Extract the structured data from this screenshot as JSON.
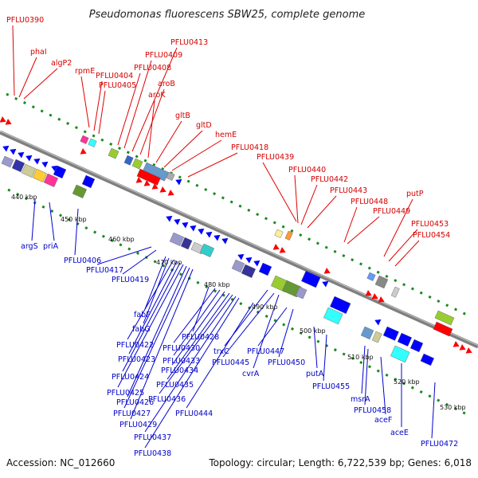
{
  "title": "Pseudomonas fluorescens SBW25, complete genome",
  "footer": {
    "accession": "Accession: NC_012660",
    "topology": "Topology: circular; Length: 6,722,539 bp; Genes: 6,018"
  },
  "ticks": [
    "440 kbp",
    "450 kbp",
    "460 kbp",
    "470 kbp",
    "480 kbp",
    "490 kbp",
    "500 kbp",
    "510 kbp",
    "520 kbp",
    "530 kbp"
  ],
  "top_labels": [
    "PFLU0390",
    "phaI",
    "algP2",
    "rpmE",
    "PFLU0404",
    "PFLU0405",
    "PFLU0408",
    "PFLU0409",
    "PFLU0413",
    "aroB",
    "aroK",
    "gltB",
    "gltD",
    "hemE",
    "PFLU0418",
    "PFLU0439",
    "PFLU0440",
    "PFLU0442",
    "PFLU0443",
    "PFLU0448",
    "PFLU0449",
    "putP",
    "PFLU0453",
    "PFLU0454"
  ],
  "bottom_labels": [
    "argS",
    "priA",
    "PFLU0406",
    "PFLU0417",
    "PFLU0419",
    "fabF",
    "fabG",
    "PFLU0422",
    "PFLU0423",
    "PFLU0424",
    "PFLU0425",
    "PFLU0426",
    "PFLU0427",
    "PFLU0428",
    "PFLU0429",
    "PFLU0430",
    "PFLU0433",
    "PFLU0434",
    "PFLU0435",
    "PFLU0436",
    "PFLU0437",
    "PFLU0438",
    "PFLU0444",
    "trxC",
    "PFLU0445",
    "cvrA",
    "PFLU0447",
    "PFLU0450",
    "putA",
    "PFLU0455",
    "msrA",
    "PFLU0458",
    "aceF",
    "aceE",
    "PFLU0472"
  ],
  "colors": {
    "backbone": "#8a8a8a",
    "forward_gene": "#ff0000",
    "reverse_gene": "#0000ff",
    "top_label": "#d40000",
    "bottom_label": "#0000c8",
    "dot_track": "#1a8a1a"
  }
}
